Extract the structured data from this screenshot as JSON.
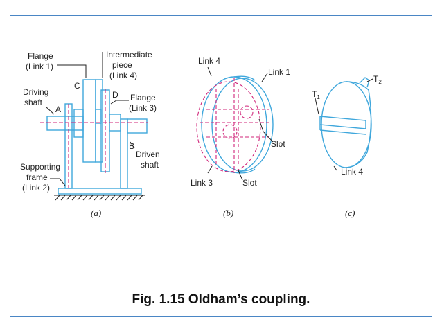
{
  "figure": {
    "caption": "Fig. 1.15 Oldham’s coupling.",
    "colors": {
      "outline": "#3fa7dc",
      "centerline": "#d0257a",
      "text": "#222222",
      "frame": "#4a86c5"
    },
    "panel_a": {
      "sublabel": "(a)",
      "flange_link1": [
        "Flange",
        "(Link 1)"
      ],
      "intermediate": [
        "Intermediate",
        "piece",
        "(Link 4)"
      ],
      "flange_link3": [
        "Flange",
        "(Link 3)"
      ],
      "driving_shaft": [
        "Driving",
        "shaft"
      ],
      "driven_shaft": [
        "Driven",
        "shaft"
      ],
      "supporting_frame": [
        "Supporting",
        "frame",
        "(Link 2)"
      ],
      "point_a": "A",
      "point_b": "B",
      "point_c": "C",
      "point_d": "D"
    },
    "panel_b": {
      "sublabel": "(b)",
      "link4": "Link 4",
      "link1": "Link 1",
      "link3": "Link 3",
      "slot1": "Slot",
      "slot2": "Slot"
    },
    "panel_c": {
      "sublabel": "(c)",
      "t1_base": "T",
      "t1_sub": "1",
      "t2_base": "T",
      "t2_sub": "2",
      "link4": "Link 4"
    }
  }
}
